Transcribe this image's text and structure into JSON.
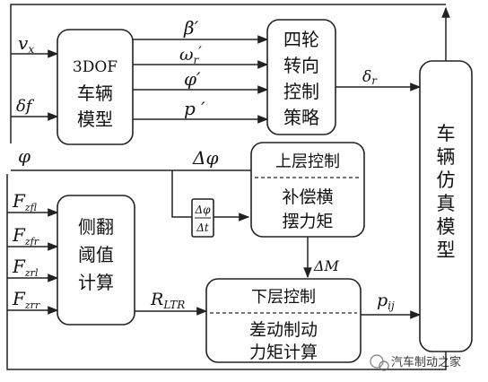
{
  "blocks": {
    "dof_model": [
      "3DOF",
      "车辆",
      "模型"
    ],
    "four_wheel": [
      "四轮",
      "转向",
      "控制",
      "策略"
    ],
    "upper": {
      "title": "上层控制",
      "body": [
        "补偿横",
        "摆力矩"
      ]
    },
    "rollover": [
      "侧翻",
      "阈值",
      "计算"
    ],
    "lower": {
      "title": "下层控制",
      "body": [
        "差动制动",
        "力矩计算"
      ]
    },
    "vehicle_sim": [
      "车",
      "辆",
      "仿",
      "真",
      "模",
      "型"
    ]
  },
  "signals": {
    "vx": "v",
    "vx_sub": "x",
    "delta_f": "δf",
    "phi": "φ",
    "beta": "β′",
    "omega": "ω",
    "omega_sub": "r",
    "omega_prime": "′",
    "phi_prime": "φ′",
    "p_prime": "p ′",
    "delta_r": "δ",
    "delta_r_sub": "r",
    "dphi": "Δφ",
    "frac_num": "Δφ",
    "frac_den": "Δt",
    "dM": "ΔM",
    "rltr": "R",
    "rltr_sub": "LTR",
    "pij": "p",
    "pij_sub": "ij",
    "fz": [
      {
        "main": "F",
        "sub": "zfl"
      },
      {
        "main": "F",
        "sub": "zfr"
      },
      {
        "main": "F",
        "sub": "zrl"
      },
      {
        "main": "F",
        "sub": "zrr"
      }
    ]
  },
  "watermark": "汽车制动之家"
}
